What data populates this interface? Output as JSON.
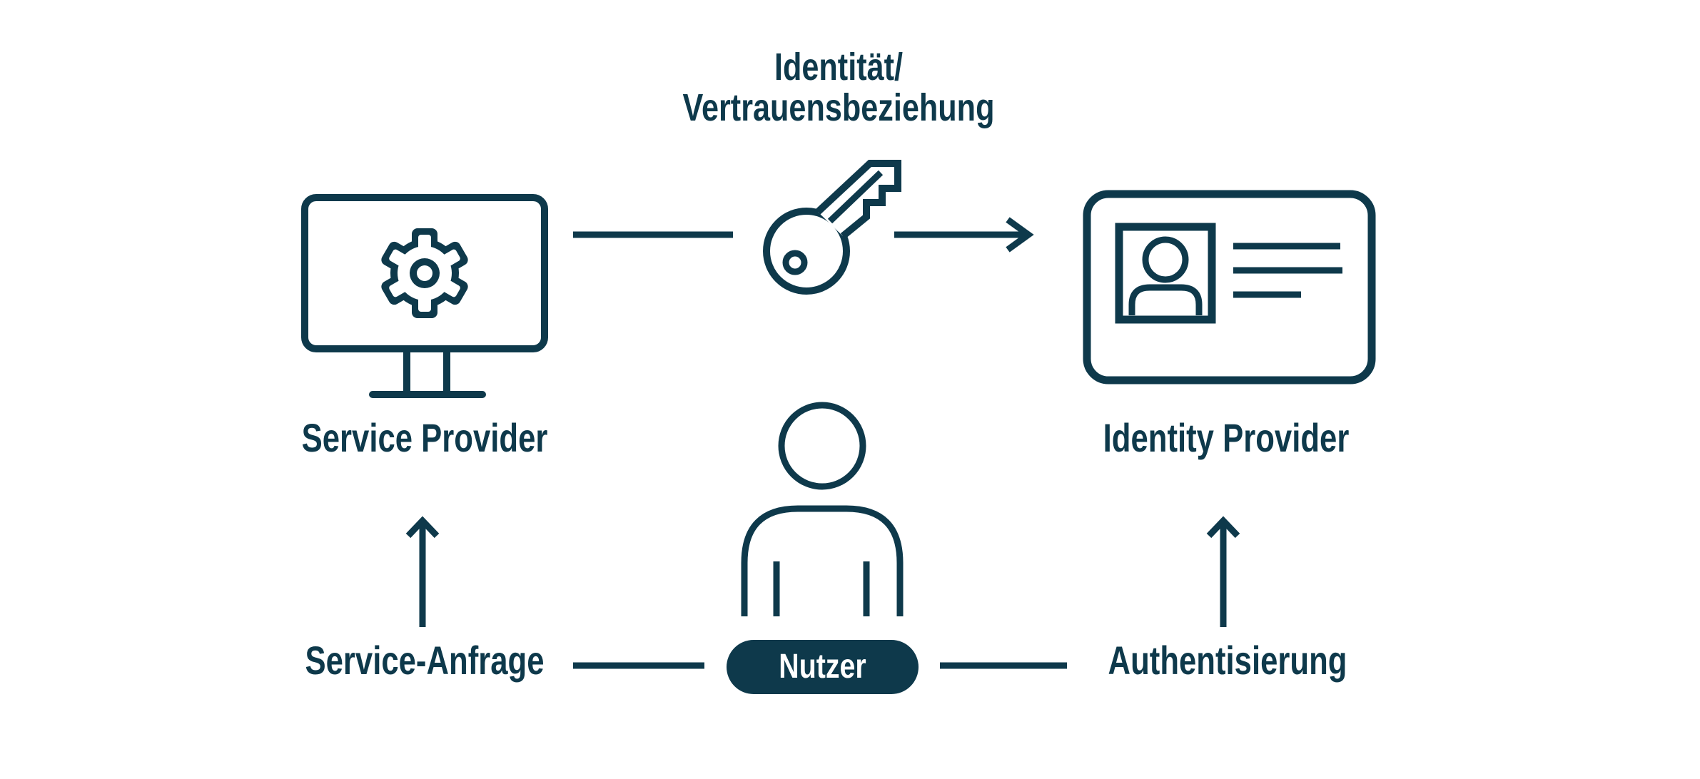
{
  "diagram": {
    "title": {
      "line1": "Identität/",
      "line2": "Vertrauensbeziehung"
    },
    "nodes": {
      "service_provider": {
        "label": "Service Provider",
        "icon": "monitor-gear-icon"
      },
      "identity_provider": {
        "label": "Identity Provider",
        "icon": "id-card-icon"
      },
      "user": {
        "label": "Nutzer",
        "icon": "person-icon"
      }
    },
    "edges": {
      "trust": {
        "from": "service_provider",
        "to": "identity_provider",
        "icon": "key-icon"
      },
      "service_request": {
        "label": "Service-Anfrage",
        "from": "user",
        "to": "service_provider"
      },
      "authentication": {
        "label": "Authentisierung",
        "from": "user",
        "to": "identity_provider"
      }
    },
    "colors": {
      "ink": "#0e394b",
      "background": "#ffffff",
      "badge_fill": "#0e394b",
      "badge_text": "#ffffff"
    }
  }
}
